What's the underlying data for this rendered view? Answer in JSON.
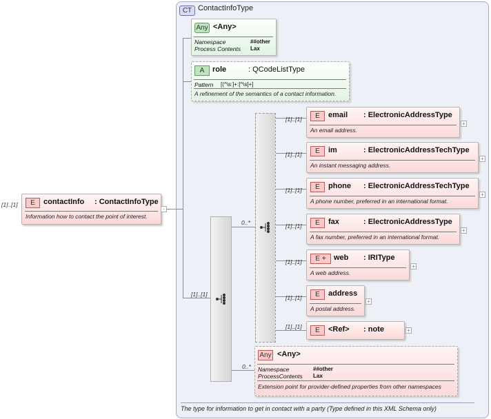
{
  "root": {
    "cardinality": "[1]..[1]",
    "badge": "E",
    "name": "contactInfo",
    "type": ": ContactInfoType",
    "doc": "Information how to contact the point of interest."
  },
  "complex_type": {
    "badge": "CT",
    "title": "ContactInfoType",
    "footer": "The type for information to get in contact with a party (Type defined in this XML Schema only)"
  },
  "any_attr": {
    "badge": "Any",
    "name": "<Any>",
    "namespace_label": "Namespace",
    "namespace_value": "##other",
    "process_label": "Process Contents",
    "process_value": "Lax"
  },
  "role_attr": {
    "badge": "A",
    "name": "role",
    "type": ": QCodeListType",
    "pattern_label": "Pattern",
    "pattern_value": "[(^\\s:]+:[^\\s]+]",
    "doc": "A refinement of the semantics of a contact information."
  },
  "outer_sequence_card": "[1]..[1]",
  "inner_choice_card": "0..*",
  "elements": [
    {
      "card": "[1]..[1]",
      "badge": "E",
      "name": "email",
      "type": ": ElectronicAddressType",
      "doc": "An email address."
    },
    {
      "card": "[1]..[1]",
      "badge": "E",
      "name": "im",
      "type": ": ElectronicAddressTechType",
      "doc": "An instant messaging address."
    },
    {
      "card": "[1]..[1]",
      "badge": "E",
      "name": "phone",
      "type": ": ElectronicAddressTechType",
      "doc": "A phone number, preferred in an international format."
    },
    {
      "card": "[1]..[1]",
      "badge": "E",
      "name": "fax",
      "type": ": ElectronicAddressType",
      "doc": "A fax number, preferred in an international format."
    },
    {
      "card": "[1]..[1]",
      "badge": "E",
      "name": "web",
      "type": ": IRIType",
      "doc": "A web address."
    },
    {
      "card": "[1]..[1]",
      "badge": "E",
      "name": "address",
      "type": "",
      "doc": "A postal address."
    },
    {
      "card": "[1]..[1]",
      "badge": "E",
      "name": "<Ref>",
      "type": ": note",
      "doc": ""
    }
  ],
  "any_elem": {
    "card": "0..*",
    "badge": "Any",
    "name": "<Any>",
    "namespace_label": "Namespace",
    "namespace_value": "##other",
    "process_label": "ProcessContents",
    "process_value": "Lax",
    "doc": "Extension point for provider-defined properties from other namespaces"
  },
  "icons": {
    "expand": "+",
    "collapse": "-"
  }
}
